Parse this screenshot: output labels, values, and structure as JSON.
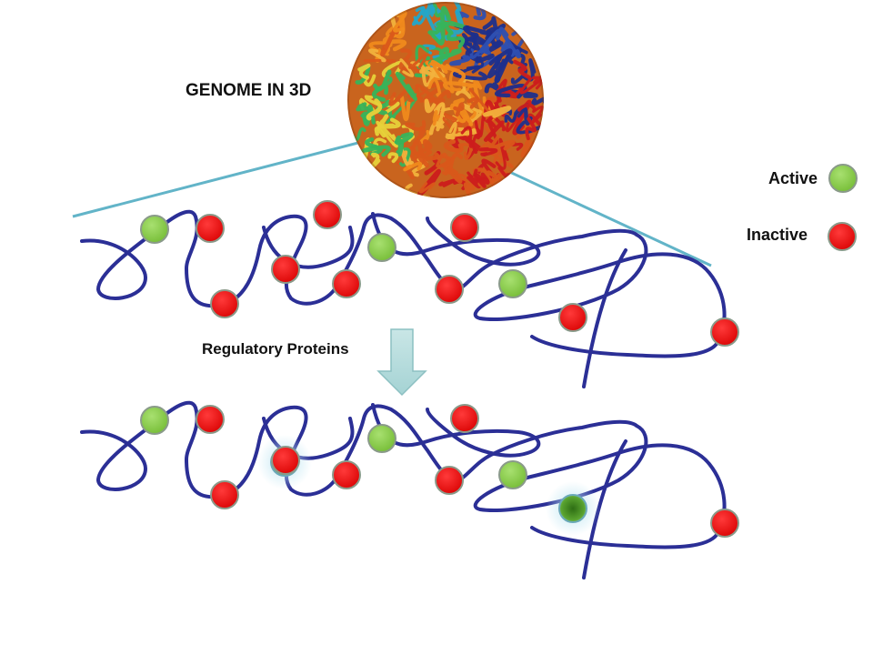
{
  "title": "GENOME IN 3D",
  "transition_label": "Regulatory Proteins",
  "legend": {
    "active_label": "Active",
    "inactive_label": "Inactive"
  },
  "colors": {
    "chromatin": "#2b2f96",
    "active": "#8ed24a",
    "inactive": "#ee1111",
    "activated": "#4b9420",
    "zoom_lines": "#62b4c8",
    "arrow": "#b8dcdc"
  },
  "globe_palette": [
    "#2d4fb2",
    "#1e2f8c",
    "#24a6c8",
    "#37b45b",
    "#e7d23a",
    "#f08a1c",
    "#d9571a",
    "#cc1c1c",
    "#9a3b5c",
    "#f2b23c"
  ],
  "rows": [
    {
      "name": "before",
      "markers": [
        "active",
        "inactive",
        "inactive",
        "inactive",
        "inactive",
        "inactive",
        "active",
        "inactive",
        "inactive",
        "active",
        "inactive",
        "inactive"
      ]
    },
    {
      "name": "after",
      "markers": [
        "active",
        "inactive",
        "inactive",
        "activated",
        "inactive",
        "inactive",
        "active",
        "inactive",
        "inactive",
        "active",
        "activated",
        "inactive"
      ]
    }
  ]
}
